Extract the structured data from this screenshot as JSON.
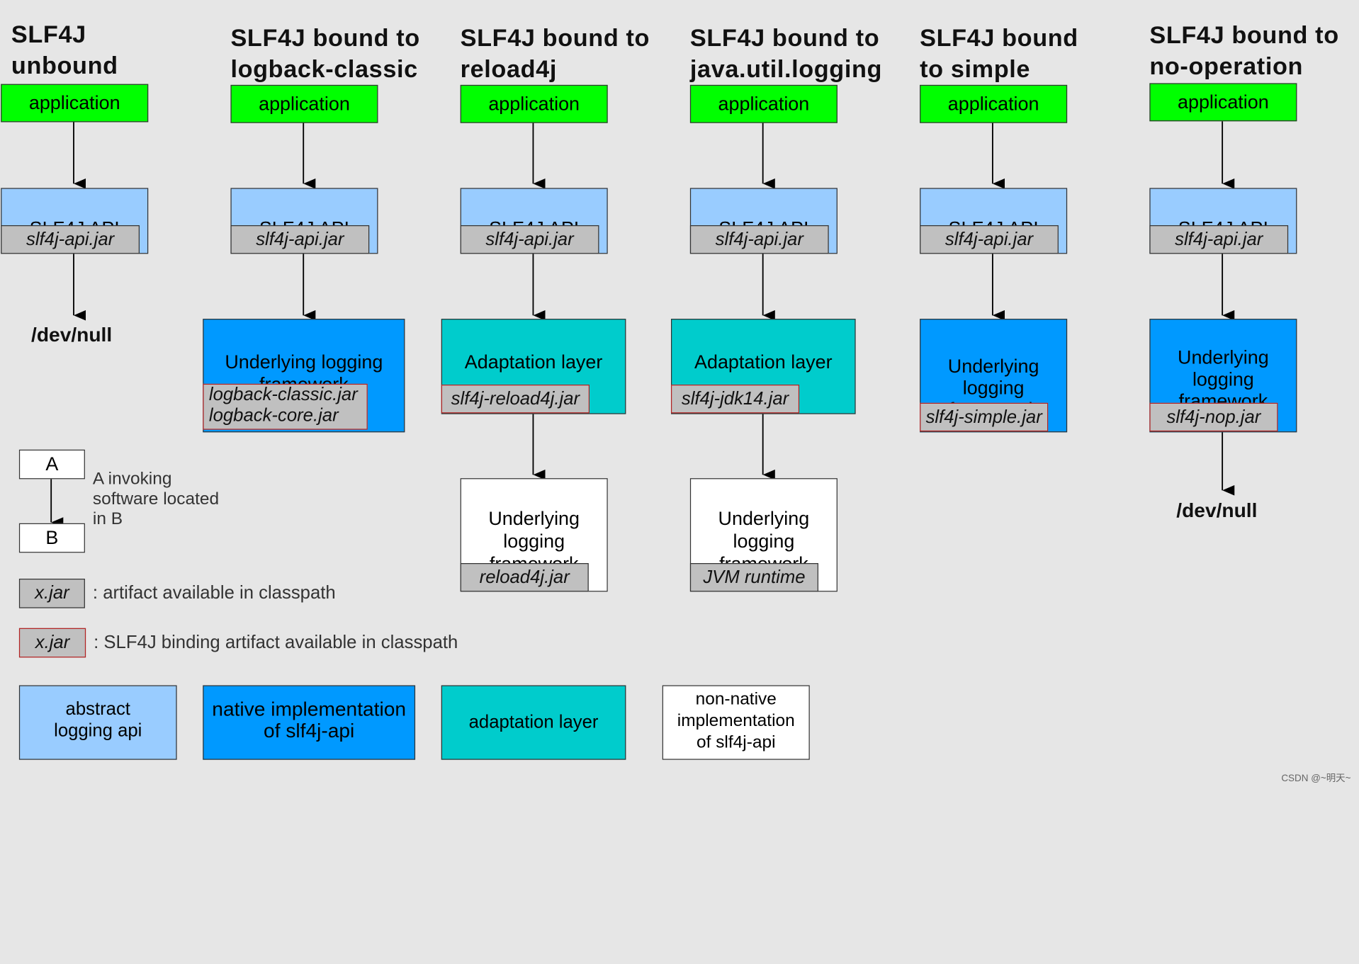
{
  "columns": [
    {
      "title": "SLF4J\nunbound",
      "app": "application",
      "api": "SLF4J API",
      "api_jar": "slf4j-api.jar",
      "end": "/dev/null"
    },
    {
      "title": "SLF4J bound to\nlogback-classic",
      "app": "application",
      "api": "SLF4J API",
      "api_jar": "slf4j-api.jar",
      "impl": "Underlying logging\nframework",
      "impl_jars": "logback-classic.jar\nlogback-core.jar"
    },
    {
      "title": "SLF4J bound to\nreload4j",
      "app": "application",
      "api": "SLF4J API",
      "api_jar": "slf4j-api.jar",
      "adapt": "Adaptation layer",
      "adapt_jar": "slf4j-reload4j.jar",
      "under": "Underlying\nlogging\nframework",
      "under_jar": "reload4j.jar"
    },
    {
      "title": "SLF4J bound to\njava.util.logging",
      "app": "application",
      "api": "SLF4J API",
      "api_jar": "slf4j-api.jar",
      "adapt": "Adaptation layer",
      "adapt_jar": "slf4j-jdk14.jar",
      "under": "Underlying\nlogging\nframework",
      "under_jar": "JVM runtime"
    },
    {
      "title": "SLF4J bound\nto simple",
      "app": "application",
      "api": "SLF4J API",
      "api_jar": "slf4j-api.jar",
      "impl": "Underlying\nlogging\nframework",
      "impl_jar": "slf4j-simple.jar"
    },
    {
      "title": "SLF4J bound to\nno-operation",
      "app": "application",
      "api": "SLF4J API",
      "api_jar": "slf4j-api.jar",
      "impl": "Underlying\nlogging\nframework",
      "impl_jar": "slf4j-nop.jar",
      "end": "/dev/null"
    }
  ],
  "legend": {
    "a": "A",
    "b": "B",
    "invoke_text": "A invoking\nsoftware located\nin B",
    "jar_label": "x.jar",
    "jar_text": ": artifact available in classpath",
    "binding_label": "x.jar",
    "binding_text": ": SLF4J binding artifact available in classpath",
    "abstract_api": "abstract\nlogging api",
    "native_impl": "native implementation\nof slf4j-api",
    "adaptation": "adaptation layer",
    "non_native": "non-native\nimplementation\nof slf4j-api"
  },
  "watermark": "CSDN @~明天~",
  "colors": {
    "background": "#e6e6e6",
    "application": "#00ff00",
    "api": "#99ccff",
    "native": "#0099ff",
    "adaptation": "#00cccc",
    "jar": "#c0c0c0",
    "binding_border": "#b22222"
  }
}
